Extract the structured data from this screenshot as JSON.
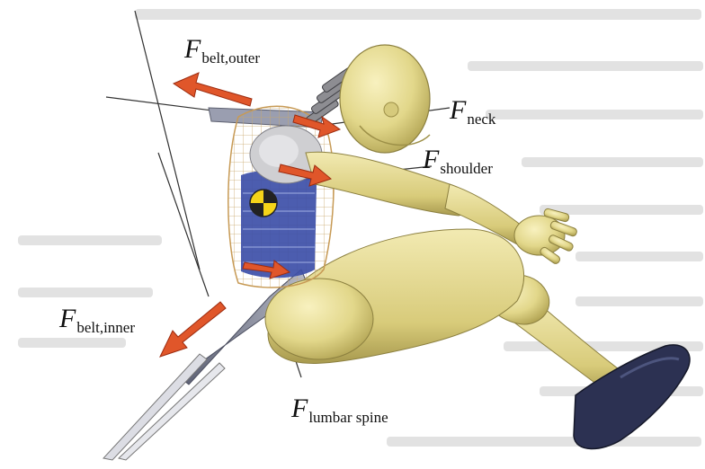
{
  "labels": {
    "belt_outer": {
      "symbol": "F",
      "subscript": "belt,outer"
    },
    "neck": {
      "symbol": "F",
      "subscript": "neck"
    },
    "shoulder": {
      "symbol": "F",
      "subscript": "shoulder"
    },
    "belt_inner": {
      "symbol": "F",
      "subscript": "belt,inner"
    },
    "lumbar_spine": {
      "symbol": "F",
      "subscript": "lumbar spine"
    }
  },
  "colors": {
    "arrow": "#e0562a",
    "dummy_skin": "#e6dc8c",
    "dummy_shade": "#b9ae5a",
    "torso_blue": "#3d4fa8",
    "belt": "#7d7f8c",
    "shoe": "#2c3152",
    "background_text": "#d8d8d8"
  }
}
